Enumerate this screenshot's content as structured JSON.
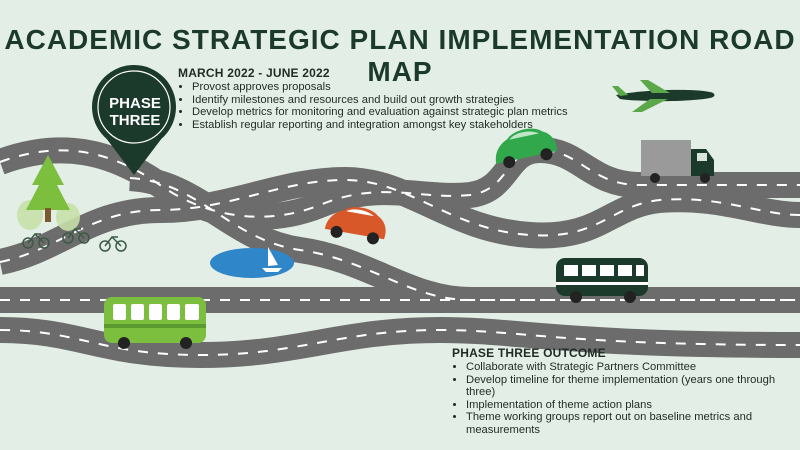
{
  "title": "ACADEMIC STRATEGIC PLAN IMPLEMENTATION ROAD MAP",
  "pin": {
    "line1": "PHASE",
    "line2": "THREE"
  },
  "phase": {
    "heading": "MARCH 2022 - JUNE 2022",
    "items": [
      "Provost approves proposals",
      "Identify milestones and resources and build out growth strategies",
      "Develop metrics for monitoring and evaluation against strategic plan metrics",
      "Establish regular reporting and integration amongst key stakeholders"
    ]
  },
  "outcome": {
    "heading": "PHASE THREE OUTCOME",
    "items": [
      "Collaborate with Strategic Partners Committee",
      "Develop timeline for theme implementation (years one through three)",
      "Implementation of theme action plans",
      "Theme working groups report out on baseline metrics and measurements"
    ]
  },
  "icons": [
    "airplane-icon",
    "truck-icon",
    "green-car-icon",
    "orange-car-icon",
    "van-icon",
    "bus-icon",
    "bicycle-icon",
    "tree-icon",
    "lake-icon",
    "sailboat-icon",
    "map-pin-icon"
  ],
  "colors": {
    "background": "#e3efe6",
    "road": "#6c6c6c",
    "dark_green": "#1c3a2c",
    "bright_green": "#31a84b",
    "light_green": "#7cbf3f",
    "orange": "#d9582a",
    "lake": "#2f86c8"
  }
}
